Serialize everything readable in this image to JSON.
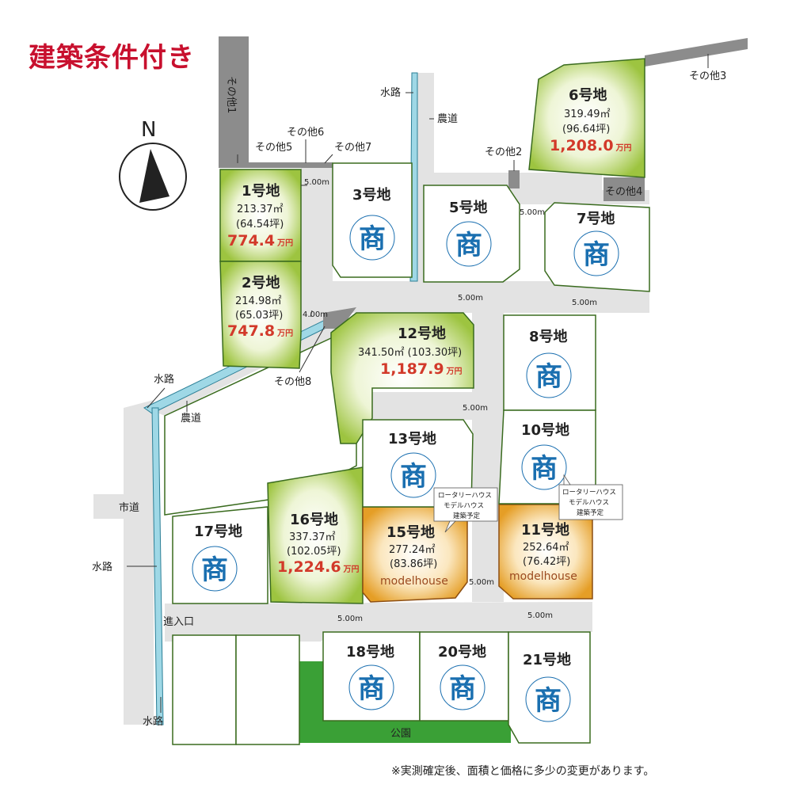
{
  "title": "建築条件付き",
  "compass": {
    "label": "N"
  },
  "colors": {
    "accent": "#c8102e",
    "sale_lot": "#a6c94a",
    "model_lot": "#e9a936",
    "shou": "#1a6fb0",
    "price": "#d2392a",
    "road": "#e3e3e3",
    "park": "#3aa036",
    "water": "#9fd8e6",
    "other": "#8c8c8c"
  },
  "price_unit": "万円",
  "lots": [
    {
      "id": "1",
      "name": "1号地",
      "area_m2": "213.37㎡",
      "area_tsubo": "(64.54坪)",
      "price": "774.4"
    },
    {
      "id": "2",
      "name": "2号地",
      "area_m2": "214.98㎡",
      "area_tsubo": "(65.03坪)",
      "price": "747.8"
    },
    {
      "id": "6",
      "name": "6号地",
      "area_m2": "319.49㎡",
      "area_tsubo": "(96.64坪)",
      "price": "1,208.0"
    },
    {
      "id": "12",
      "name": "12号地",
      "area_m2": "341.50㎡ (103.30坪)",
      "price": "1,187.9"
    },
    {
      "id": "16",
      "name": "16号地",
      "area_m2": "337.37㎡",
      "area_tsubo": "(102.05坪)",
      "price": "1,224.6"
    },
    {
      "id": "15",
      "name": "15号地",
      "area_m2": "277.24㎡",
      "area_tsubo": "(83.86坪)",
      "model": "modelhouse"
    },
    {
      "id": "11",
      "name": "11号地",
      "area_m2": "252.64㎡",
      "area_tsubo": "(76.42坪)",
      "model": "modelhouse"
    },
    {
      "id": "3",
      "name": "3号地",
      "mark": "商"
    },
    {
      "id": "5",
      "name": "5号地",
      "mark": "商"
    },
    {
      "id": "7",
      "name": "7号地",
      "mark": "商"
    },
    {
      "id": "8",
      "name": "8号地",
      "mark": "商"
    },
    {
      "id": "10",
      "name": "10号地",
      "mark": "商"
    },
    {
      "id": "13",
      "name": "13号地",
      "mark": "商"
    },
    {
      "id": "17",
      "name": "17号地",
      "mark": "商"
    },
    {
      "id": "18",
      "name": "18号地",
      "mark": "商"
    },
    {
      "id": "20",
      "name": "20号地",
      "mark": "商"
    },
    {
      "id": "21",
      "name": "21号地",
      "mark": "商"
    }
  ],
  "callouts": [
    {
      "line1": "ロータリーハウス",
      "line2": "モデルハウス",
      "line3": "建築予定"
    },
    {
      "line1": "ロータリーハウス",
      "line2": "モデルハウス",
      "line3": "建築予定"
    }
  ],
  "labels": {
    "sonota1": "その他1",
    "sonota2": "その他2",
    "sonota3": "その他3",
    "sonota4": "その他4",
    "sonota5": "その他5",
    "sonota6": "その他6",
    "sonota7": "その他7",
    "sonota8": "その他8",
    "suiro": "水路",
    "noudou": "農道",
    "shidou": "市道",
    "shinyuuguchi": "進入口",
    "kouen": "公園"
  },
  "road_widths": {
    "w500": "5.00m",
    "w400": "4.00m"
  },
  "note": "※実測確定後、面積と価格に多少の変更があります。"
}
